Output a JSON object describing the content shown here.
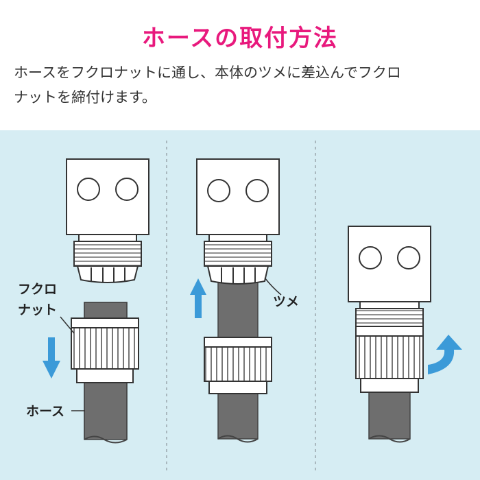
{
  "title": "ホースの取付方法",
  "description": [
    "ホースをフクロナットに通し、本体のツメに差込んでフクロ",
    "ナットを締付けます。"
  ],
  "labels": {
    "nut_line1": "フクロ",
    "nut_line2": "ナット",
    "claw": "ツメ",
    "hose": "ホース"
  },
  "colors": {
    "title": "#e8197d",
    "panel_bg": "#d6edf3",
    "arrow": "#3b9ad8",
    "hose": "#6e6e6e"
  }
}
